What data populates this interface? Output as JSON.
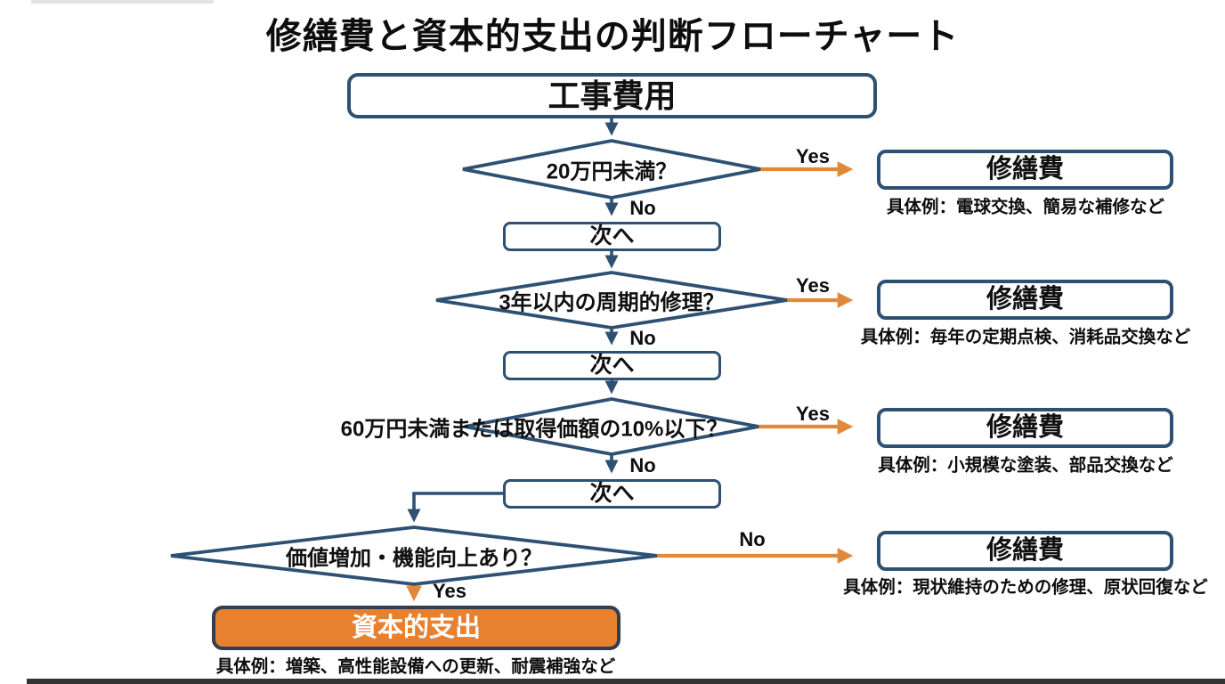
{
  "title": "修繕費と資本的支出の判断フローチャート",
  "colors": {
    "navy": "#2e5173",
    "orange_arrow": "#e2883b",
    "orange_fill": "#e8812f",
    "capital_border": "#333d52",
    "text": "#111111"
  },
  "flow": {
    "start_label": "工事費用",
    "next_label": "次へ",
    "yes_label": "Yes",
    "no_label": "No",
    "decisions": [
      {
        "question": "20万円未満？",
        "yes_result_title": "修繕費",
        "yes_result_example": "具体例：電球交換、簡易な補修など"
      },
      {
        "question": "3年以内の周期的修理？",
        "yes_result_title": "修繕費",
        "yes_result_example": "具体例：毎年の定期点検、消耗品交換など"
      },
      {
        "question": "60万円未満または取得価額の10%以下？",
        "yes_result_title": "修繕費",
        "yes_result_example": "具体例：小規模な塗装、部品交換など"
      },
      {
        "question": "価値増加・機能向上あり？",
        "no_result_title": "修繕費",
        "no_result_example": "具体例：現状維持のための修理、原状回復など"
      }
    ],
    "capital": {
      "label": "資本的支出",
      "example": "具体例：増築、高性能設備への更新、耐震補強など"
    }
  }
}
